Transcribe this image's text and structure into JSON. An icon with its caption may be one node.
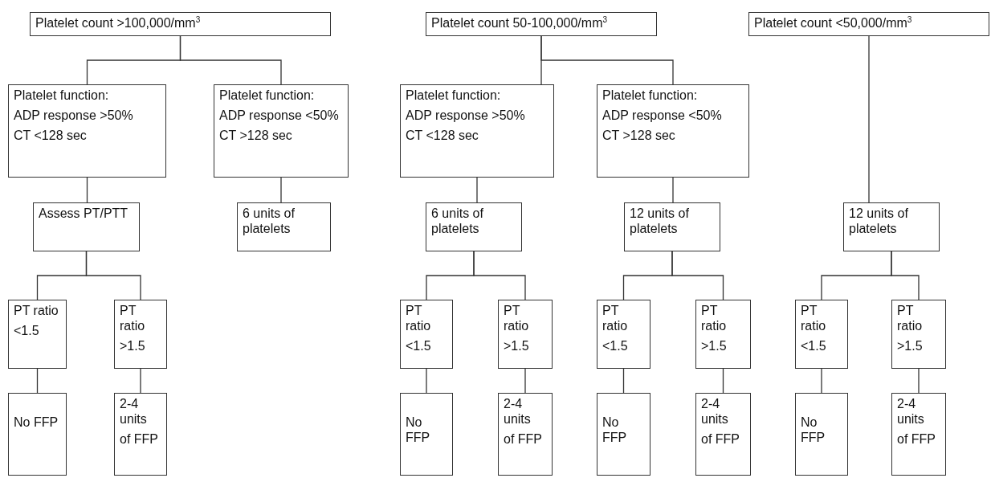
{
  "diagram": {
    "nodes": [
      {
        "text": [
          "Platelet count >100,000/mm$^{3}$"
        ]
      },
      {
        "text": [
          "Platelet count 50-100,000/mm$^{3}$"
        ]
      },
      {
        "text": [
          "Platelet count <50,000/mm$^{3}$"
        ]
      },
      {
        "text": [
          "Platelet function:",
          "ADP response >50%",
          "CT <128 sec"
        ]
      },
      {
        "text": [
          "Platelet function:",
          "ADP response <50%",
          "CT >128 sec"
        ]
      },
      {
        "text": [
          "Platelet function:",
          "ADP response >50%",
          "CT <128 sec"
        ]
      },
      {
        "text": [
          "Platelet function:",
          "ADP response <50%",
          "CT >128 sec"
        ]
      },
      {
        "text": [
          "Assess PT/PTT"
        ]
      },
      {
        "text": [
          "6 units of platelets"
        ]
      },
      {
        "text": [
          "6 units of platelets"
        ]
      },
      {
        "text": [
          "12 units of platelets"
        ]
      },
      {
        "text": [
          "12 units of platelets"
        ]
      },
      {
        "text": [
          "PT ratio",
          "<1.5"
        ]
      },
      {
        "text": [
          "PT ratio",
          ">1.5"
        ]
      },
      {
        "text": [
          "PT ratio",
          "<1.5"
        ]
      },
      {
        "text": [
          "PT ratio",
          ">1.5"
        ]
      },
      {
        "text": [
          "PT ratio",
          "<1.5"
        ]
      },
      {
        "text": [
          "PT ratio",
          ">1.5"
        ]
      },
      {
        "text": [
          "PT ratio",
          "<1.5"
        ]
      },
      {
        "text": [
          "PT ratio",
          ">1.5"
        ]
      },
      {
        "text": [
          "No FFP"
        ]
      },
      {
        "text": [
          "2-4 units",
          "of FFP"
        ]
      },
      {
        "text": [
          "No FFP"
        ]
      },
      {
        "text": [
          "2-4 units",
          "of FFP"
        ]
      },
      {
        "text": [
          "No FFP"
        ]
      },
      {
        "text": [
          "2-4 units",
          "of FFP"
        ]
      },
      {
        "text": [
          "No FFP"
        ]
      },
      {
        "text": [
          "2-4 units",
          "of FFP"
        ]
      }
    ],
    "edges": [
      {
        "from": 0,
        "to": 3,
        "arrow": "none"
      },
      {
        "from": 0,
        "to": 4,
        "arrow": "none"
      },
      {
        "from": 1,
        "to": 5,
        "arrow": "none"
      },
      {
        "from": 1,
        "to": 6,
        "arrow": "none"
      },
      {
        "from": 2,
        "to": 11,
        "arrow": "none"
      },
      {
        "from": 3,
        "to": 7,
        "arrow": "none"
      },
      {
        "from": 4,
        "to": 8,
        "arrow": "none"
      },
      {
        "from": 5,
        "to": 9,
        "arrow": "none"
      },
      {
        "from": 6,
        "to": 10,
        "arrow": "none"
      },
      {
        "from": 7,
        "to": 12,
        "arrow": "none"
      },
      {
        "from": 7,
        "to": 13,
        "arrow": "none"
      },
      {
        "from": 9,
        "to": 14,
        "arrow": "none"
      },
      {
        "from": 9,
        "to": 15,
        "arrow": "none"
      },
      {
        "from": 10,
        "to": 16,
        "arrow": "none"
      },
      {
        "from": 10,
        "to": 17,
        "arrow": "none"
      },
      {
        "from": 11,
        "to": 18,
        "arrow": "none"
      },
      {
        "from": 11,
        "to": 19,
        "arrow": "none"
      },
      {
        "from": 12,
        "to": 20,
        "arrow": "none"
      },
      {
        "from": 13,
        "to": 21,
        "arrow": "none"
      },
      {
        "from": 14,
        "to": 22,
        "arrow": "none"
      },
      {
        "from": 15,
        "to": 23,
        "arrow": "none"
      },
      {
        "from": 16,
        "to": 24,
        "arrow": "none"
      },
      {
        "from": 17,
        "to": 25,
        "arrow": "none"
      },
      {
        "from": 18,
        "to": 26,
        "arrow": "none"
      },
      {
        "from": 19,
        "to": 27,
        "arrow": "none"
      }
    ]
  }
}
